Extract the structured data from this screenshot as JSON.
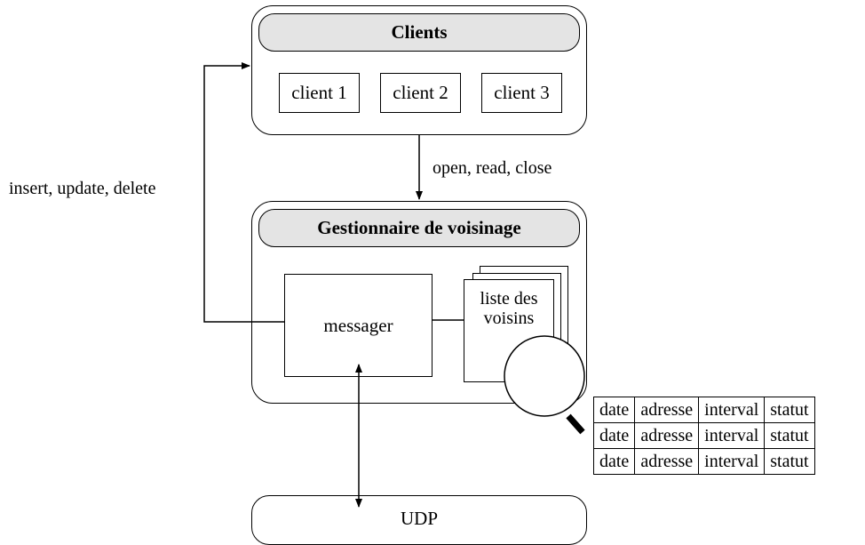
{
  "clients": {
    "title": "Clients",
    "items": [
      "client 1",
      "client 2",
      "client 3"
    ]
  },
  "gestionnaire": {
    "title": "Gestionnaire de voisinage",
    "messager": "messager",
    "liste_line1": "liste des",
    "liste_line2": "voisins"
  },
  "udp": {
    "label": "UDP"
  },
  "edges": {
    "clients_to_gestionnaire": "open, read, close",
    "messager_to_clients": "insert, update, delete"
  },
  "table": {
    "rows": [
      [
        "date",
        "adresse",
        "interval",
        "statut"
      ],
      [
        "date",
        "adresse",
        "interval",
        "statut"
      ],
      [
        "date",
        "adresse",
        "interval",
        "statut"
      ]
    ]
  }
}
